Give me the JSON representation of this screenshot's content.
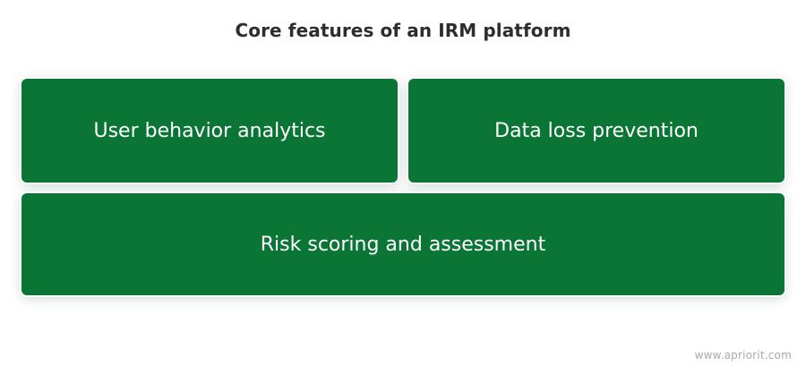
{
  "title": "Core features of an IRM platform",
  "features": [
    {
      "label": "User behavior analytics"
    },
    {
      "label": "Data loss prevention"
    },
    {
      "label": "Risk scoring and assessment"
    }
  ],
  "watermark": "www.apriorit.com",
  "colors": {
    "card_fill": "#0a7535",
    "card_text": "#ffffff",
    "title_text": "#2d2d2d",
    "watermark_text": "#a9a9a9"
  }
}
